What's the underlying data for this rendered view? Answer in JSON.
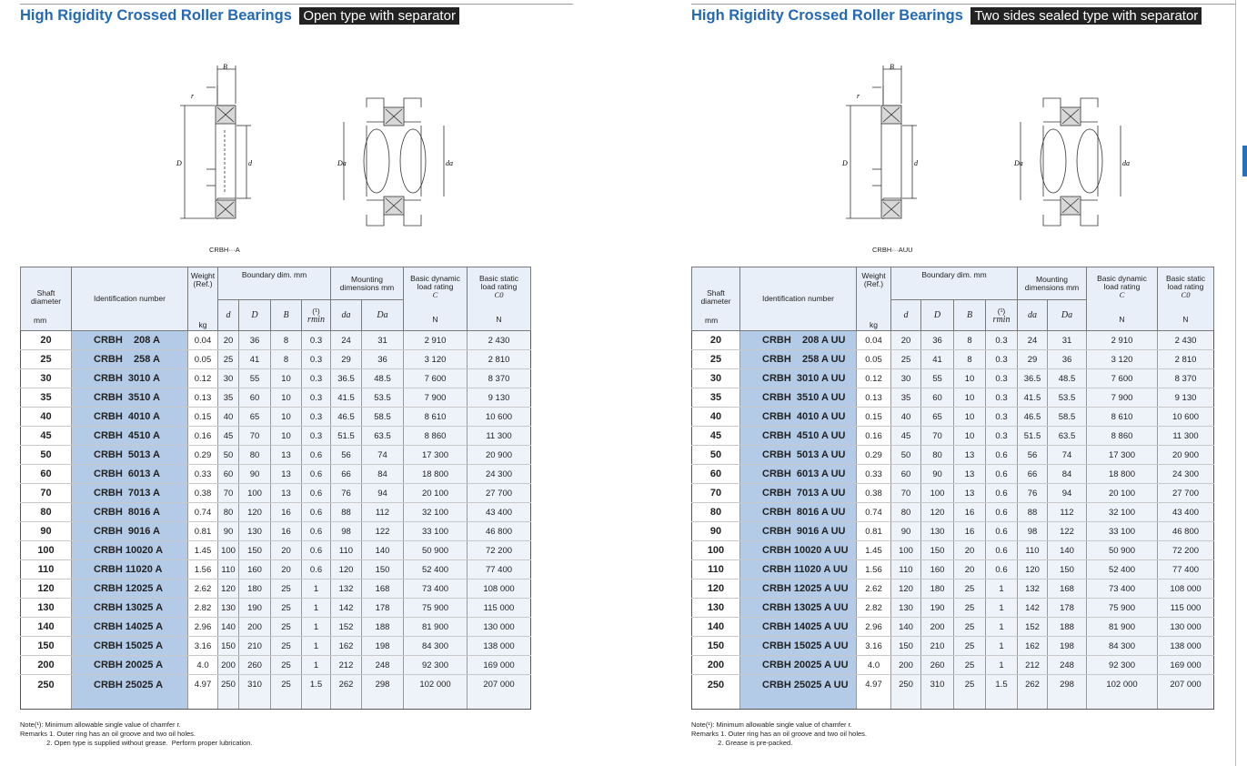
{
  "left": {
    "title": "High Rigidity Crossed Roller Bearings",
    "tag": "Open type with separator",
    "caption": "CRBH···A",
    "notes": [
      "Note(¹): Minimum allowable single value of chamfer r.",
      "Remarks 1. Outer ring has an oil groove and two oil holes.",
      "              2. Open type is supplied without grease.  Perform proper lubrication."
    ],
    "ids": [
      "CRBH    208 A",
      "CRBH    258 A",
      "CRBH  3010 A",
      "CRBH  3510 A",
      "CRBH  4010 A",
      "CRBH  4510 A",
      "CRBH  5013 A",
      "CRBH  6013 A",
      "CRBH  7013 A",
      "CRBH  8016 A",
      "CRBH  9016 A",
      "CRBH 10020 A",
      "CRBH 11020 A",
      "CRBH 12025 A",
      "CRBH 13025 A",
      "CRBH 14025 A",
      "CRBH 15025 A",
      "CRBH 20025 A",
      "CRBH 25025 A"
    ]
  },
  "right": {
    "title": "High Rigidity Crossed Roller Bearings",
    "tag": "Two sides sealed type with separator",
    "caption": "CRBH···AUU",
    "notes": [
      "Note(¹): Minimum allowable single value of chamfer r.",
      "Remarks 1. Outer ring has an oil groove and two oil holes.",
      "              2. Grease is pre-packed."
    ],
    "ids": [
      "CRBH    208 A UU",
      "CRBH    258 A UU",
      "CRBH  3010 A UU",
      "CRBH  3510 A UU",
      "CRBH  4010 A UU",
      "CRBH  4510 A UU",
      "CRBH  5013 A UU",
      "CRBH  6013 A UU",
      "CRBH  7013 A UU",
      "CRBH  8016 A UU",
      "CRBH  9016 A UU",
      "CRBH 10020 A UU",
      "CRBH 11020 A UU",
      "CRBH 12025 A UU",
      "CRBH 13025 A UU",
      "CRBH 14025 A UU",
      "CRBH 15025 A UU",
      "CRBH 20025 A UU",
      "CRBH 25025 A UU"
    ]
  },
  "headers": {
    "shaft": "Shaft diameter",
    "shaft_unit": "mm",
    "ident": "Identification number",
    "weight": "Weight (Ref.)",
    "weight_unit": "kg",
    "boundary": "Boundary dim.   mm",
    "mounting": "Mounting dimensions mm",
    "dynamic": "Basic dynamic load rating",
    "dynamic_sym": "C",
    "dynamic_unit": "N",
    "static": "Basic static load rating",
    "static_sym": "C0",
    "static_unit": "N",
    "col_d": "d",
    "col_D": "D",
    "col_B": "B",
    "col_r_note": "(¹)",
    "col_r": "rmin",
    "col_da": "da",
    "col_Da": "Da"
  },
  "rows": [
    {
      "shaft": "20",
      "weight": "0.04",
      "d": "20",
      "D": "36",
      "B": "8",
      "r": "0.3",
      "da": "24",
      "Da": "31",
      "C": "2 910",
      "C0": "2 430"
    },
    {
      "shaft": "25",
      "weight": "0.05",
      "d": "25",
      "D": "41",
      "B": "8",
      "r": "0.3",
      "da": "29",
      "Da": "36",
      "C": "3 120",
      "C0": "2 810"
    },
    {
      "shaft": "30",
      "weight": "0.12",
      "d": "30",
      "D": "55",
      "B": "10",
      "r": "0.3",
      "da": "36.5",
      "Da": "48.5",
      "C": "7 600",
      "C0": "8 370"
    },
    {
      "shaft": "35",
      "weight": "0.13",
      "d": "35",
      "D": "60",
      "B": "10",
      "r": "0.3",
      "da": "41.5",
      "Da": "53.5",
      "C": "7 900",
      "C0": "9 130"
    },
    {
      "shaft": "40",
      "weight": "0.15",
      "d": "40",
      "D": "65",
      "B": "10",
      "r": "0.3",
      "da": "46.5",
      "Da": "58.5",
      "C": "8 610",
      "C0": "10 600"
    },
    {
      "shaft": "45",
      "weight": "0.16",
      "d": "45",
      "D": "70",
      "B": "10",
      "r": "0.3",
      "da": "51.5",
      "Da": "63.5",
      "C": "8 860",
      "C0": "11 300"
    },
    {
      "shaft": "50",
      "weight": "0.29",
      "d": "50",
      "D": "80",
      "B": "13",
      "r": "0.6",
      "da": "56",
      "Da": "74",
      "C": "17 300",
      "C0": "20 900"
    },
    {
      "shaft": "60",
      "weight": "0.33",
      "d": "60",
      "D": "90",
      "B": "13",
      "r": "0.6",
      "da": "66",
      "Da": "84",
      "C": "18 800",
      "C0": "24 300"
    },
    {
      "shaft": "70",
      "weight": "0.38",
      "d": "70",
      "D": "100",
      "B": "13",
      "r": "0.6",
      "da": "76",
      "Da": "94",
      "C": "20 100",
      "C0": "27 700"
    },
    {
      "shaft": "80",
      "weight": "0.74",
      "d": "80",
      "D": "120",
      "B": "16",
      "r": "0.6",
      "da": "88",
      "Da": "112",
      "C": "32 100",
      "C0": "43 400"
    },
    {
      "shaft": "90",
      "weight": "0.81",
      "d": "90",
      "D": "130",
      "B": "16",
      "r": "0.6",
      "da": "98",
      "Da": "122",
      "C": "33 100",
      "C0": "46 800"
    },
    {
      "shaft": "100",
      "weight": "1.45",
      "d": "100",
      "D": "150",
      "B": "20",
      "r": "0.6",
      "da": "110",
      "Da": "140",
      "C": "50 900",
      "C0": "72 200"
    },
    {
      "shaft": "110",
      "weight": "1.56",
      "d": "110",
      "D": "160",
      "B": "20",
      "r": "0.6",
      "da": "120",
      "Da": "150",
      "C": "52 400",
      "C0": "77 400"
    },
    {
      "shaft": "120",
      "weight": "2.62",
      "d": "120",
      "D": "180",
      "B": "25",
      "r": "1",
      "da": "132",
      "Da": "168",
      "C": "73 400",
      "C0": "108 000"
    },
    {
      "shaft": "130",
      "weight": "2.82",
      "d": "130",
      "D": "190",
      "B": "25",
      "r": "1",
      "da": "142",
      "Da": "178",
      "C": "75 900",
      "C0": "115 000"
    },
    {
      "shaft": "140",
      "weight": "2.96",
      "d": "140",
      "D": "200",
      "B": "25",
      "r": "1",
      "da": "152",
      "Da": "188",
      "C": "81 900",
      "C0": "130 000"
    },
    {
      "shaft": "150",
      "weight": "3.16",
      "d": "150",
      "D": "210",
      "B": "25",
      "r": "1",
      "da": "162",
      "Da": "198",
      "C": "84 300",
      "C0": "138 000"
    },
    {
      "shaft": "200",
      "weight": "4.0",
      "d": "200",
      "D": "260",
      "B": "25",
      "r": "1",
      "da": "212",
      "Da": "248",
      "C": "92 300",
      "C0": "169 000"
    },
    {
      "shaft": "250",
      "weight": "4.97",
      "d": "250",
      "D": "310",
      "B": "25",
      "r": "1.5",
      "da": "262",
      "Da": "298",
      "C": "102 000",
      "C0": "207 000"
    }
  ],
  "drawing_labels": {
    "B": "B",
    "r": "r",
    "D": "D",
    "d": "d",
    "Da": "Da",
    "da": "da"
  },
  "colors": {
    "title": "#2369b3",
    "ident_bg": "#b4cbe7",
    "cell_bg": "#eef2f9",
    "tag_bg": "#222222"
  }
}
